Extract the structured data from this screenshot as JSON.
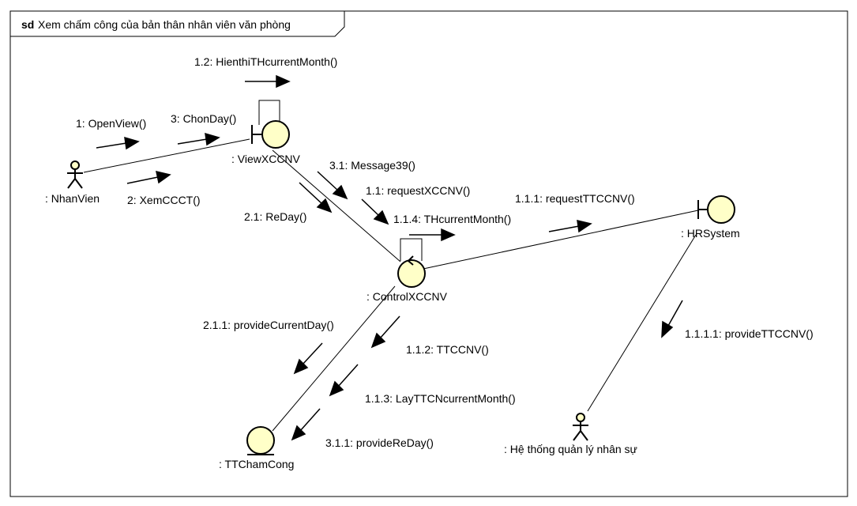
{
  "frame": {
    "keyword": "sd",
    "title": "Xem chấm công của bản thân nhân viên văn phòng"
  },
  "participants": {
    "nhanvien": ": NhanVien",
    "viewxccnv": ": ViewXCCNV",
    "controlxccnv": ": ControlXCCNV",
    "hrsystem": ": HRSystem",
    "ttchamcong": ": TTChamCong",
    "hethong": ": Hệ thống quản lý nhân sự"
  },
  "messages": {
    "m1": "1: OpenView()",
    "m12": "1.2: HienthiTHcurrentMonth()",
    "m3": "3: ChonDay()",
    "m2": "2: XemCCCT()",
    "m31": "3.1: Message39()",
    "m11": "1.1: requestXCCNV()",
    "m21": "2.1: ReDay()",
    "m114": "1.1.4: THcurrentMonth()",
    "m111": "1.1.1: requestTTCCNV()",
    "m211": "2.1.1: provideCurrentDay()",
    "m112": "1.1.2: TTCCNV()",
    "m113": "1.1.3: LayTTCNcurrentMonth()",
    "m311": "3.1.1: provideReDay()",
    "m1111": "1.1.1.1: provideTTCCNV()"
  },
  "colors": {
    "object_fill": "#ffffc8",
    "stroke": "#000000"
  }
}
